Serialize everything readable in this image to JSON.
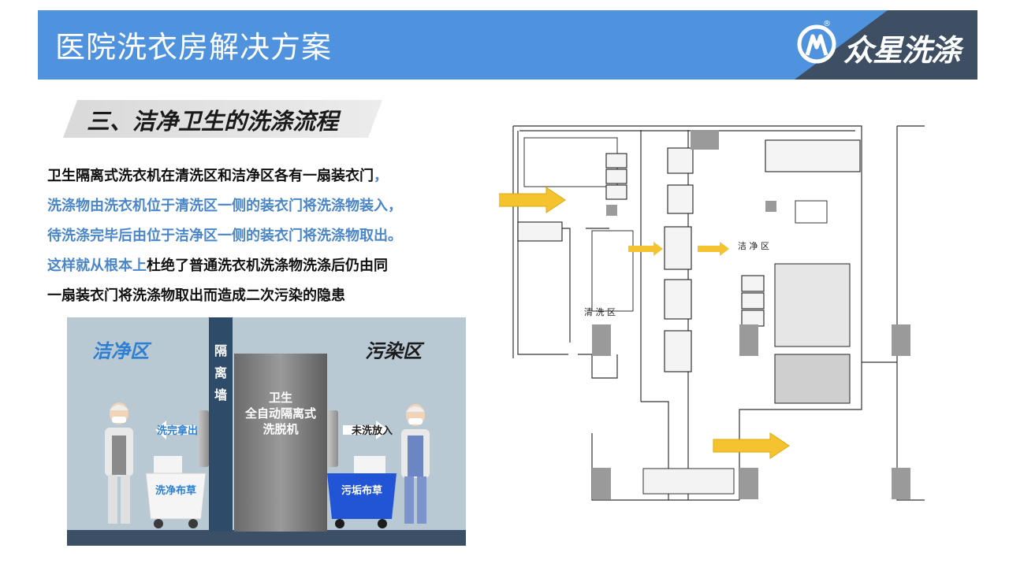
{
  "header": {
    "title": "医院洗衣房解决方案",
    "brand": "众星洗涤",
    "brand_reg": "®",
    "color": "#4f93df"
  },
  "section": {
    "title": "三、洁净卫生的洗涤流程"
  },
  "paragraph": {
    "line1": "卫生隔离式洗衣机在清洗区和洁净区各有一扇装衣门",
    "line1_punct": "，",
    "line2": "洗涤物由洗衣机位于清洗区一侧的装衣门将洗涤物装入，",
    "line3": "待洗涤完毕后由位于洁净区一侧的装衣门将洗涤物取出。",
    "line4_blue": "这样就从根本上",
    "line4_dark": "杜绝了普通洗衣机洗涤物洗涤后仍由同",
    "line5": "一扇装衣门将洗涤物取出而造成二次污染的隐患",
    "blue_color": "#4a86c8"
  },
  "illustration": {
    "clean_zone": "洁净区",
    "dirty_zone": "污染区",
    "wall": [
      "隔",
      "离",
      "墙"
    ],
    "machine": [
      "卫生",
      "全自动隔离式",
      "洗脱机"
    ],
    "take_out": "洗完拿出",
    "put_in": "未洗放入",
    "clean_cart": "洗净布草",
    "dirty_cart": "污垢布草"
  },
  "floorplan": {
    "wash_zone": "清  洗  区",
    "clean_zone": "洁  净  区"
  }
}
